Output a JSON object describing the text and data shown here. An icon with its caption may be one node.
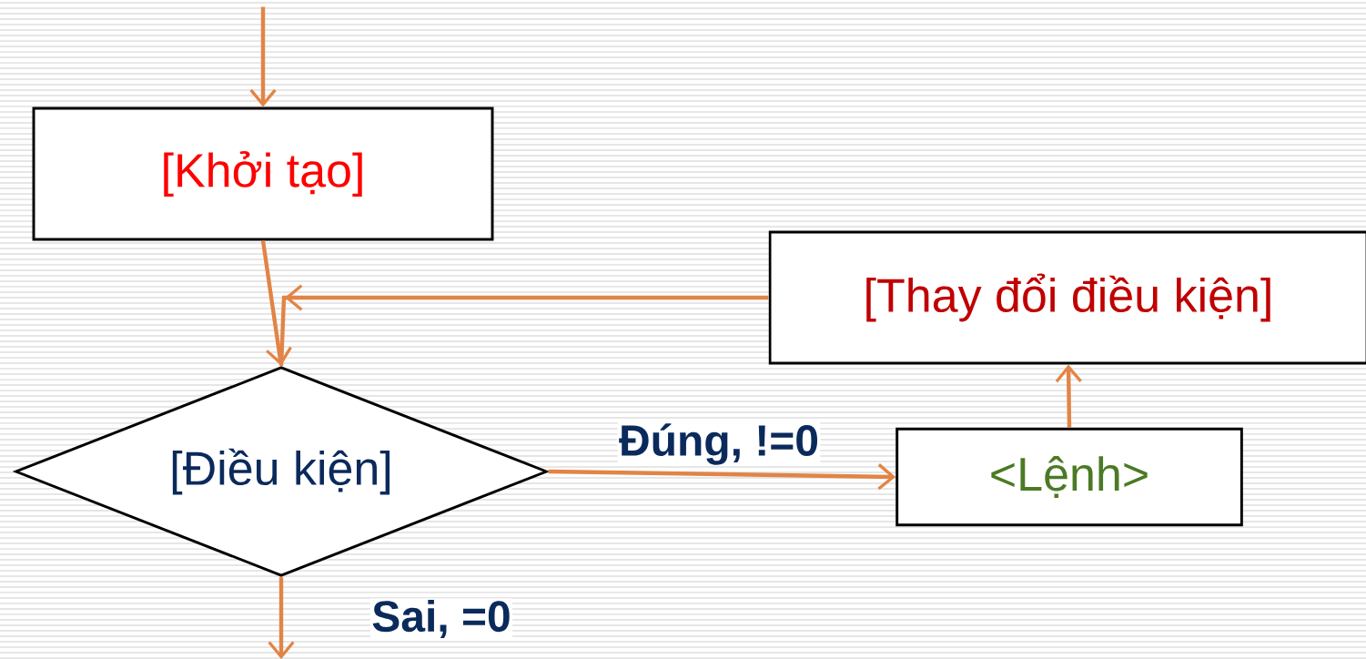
{
  "diagram": {
    "nodes": [
      {
        "text": [
          "[Khởi tạo]"
        ]
      },
      {
        "text": [
          "[Điều kiện]"
        ]
      },
      {
        "text": [
          "[Thay đổi điều kiện]"
        ]
      },
      {
        "text": [
          "<Lệnh>"
        ]
      }
    ],
    "edges": [
      {
        "from": null,
        "to": 0,
        "arrow": "to"
      },
      {
        "from": 0,
        "to": 1,
        "arrow": "to"
      },
      {
        "from": 2,
        "to": 1,
        "arrow": "to"
      },
      {
        "from": 1,
        "to": 3,
        "arrow": "to",
        "label": "Đúng, !=0"
      },
      {
        "from": 3,
        "to": 2,
        "arrow": "to"
      },
      {
        "from": 1,
        "to": null,
        "arrow": "to",
        "label": "Sai, =0"
      }
    ]
  }
}
